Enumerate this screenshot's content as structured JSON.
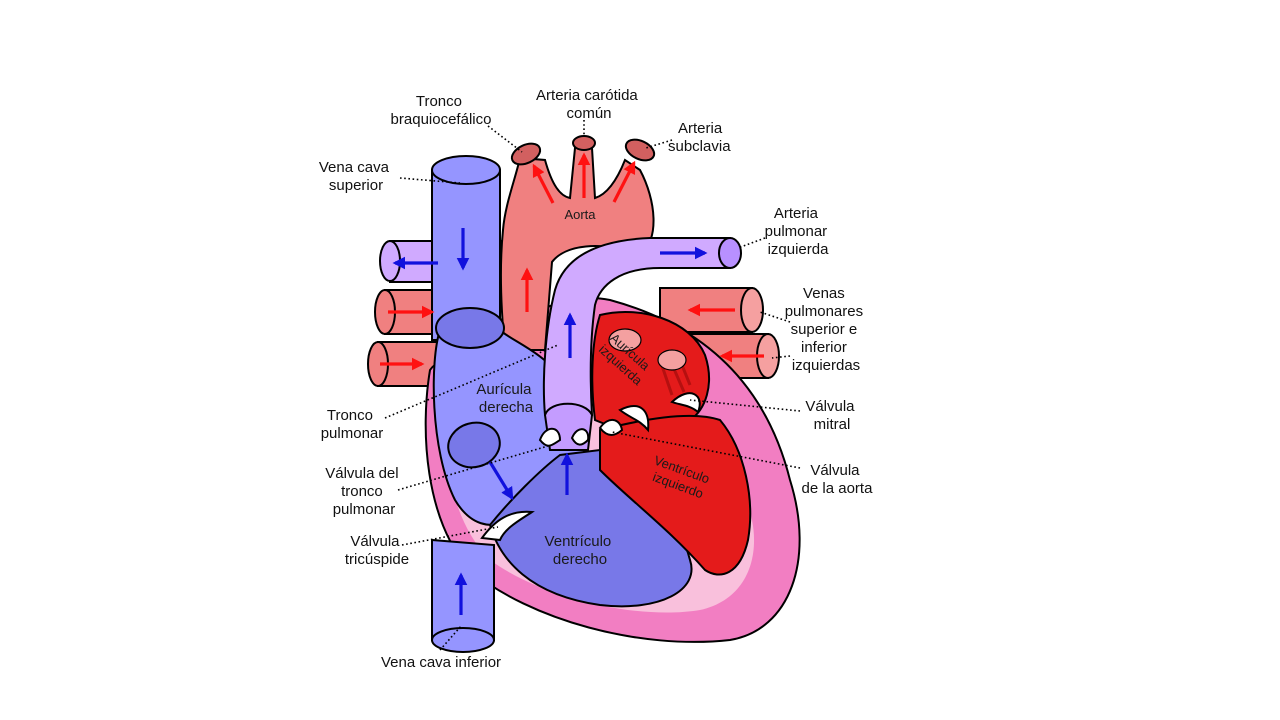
{
  "labels": {
    "tronco_braquiocefalico": [
      "Tronco",
      "braquiocefálico"
    ],
    "arteria_carotida": [
      "Arteria carótida",
      "común"
    ],
    "arteria_subclavia": [
      "Arteria",
      "subclavia"
    ],
    "vena_cava_superior": [
      "Vena cava",
      "superior"
    ],
    "aorta": "Aorta",
    "arteria_pulmonar": [
      "Arteria",
      "pulmonar",
      "izquierda"
    ],
    "venas_pulmonares": [
      "Venas",
      "pulmonares",
      "superior e",
      "inferior",
      "izquierdas"
    ],
    "auricula_izquierda": [
      "Aurícula",
      "izquierda"
    ],
    "auricula_derecha": [
      "Aurícula",
      "derecha"
    ],
    "tronco_pulmonar": [
      "Tronco",
      "pulmonar"
    ],
    "valvula_mitral": [
      "Válvula",
      "mitral"
    ],
    "valvula_aorta": [
      "Válvula",
      "de la aorta"
    ],
    "valvula_tronco_pulmonar": [
      "Válvula del",
      "tronco",
      "pulmonar"
    ],
    "ventriculo_izquierdo": [
      "Ventrículo",
      "izquierdo"
    ],
    "valvula_tricuspide": [
      "Válvula",
      "tricúspide"
    ],
    "ventriculo_derecho": [
      "Ventrículo",
      "derecho"
    ],
    "vena_cava_inferior": "Vena cava inferior"
  },
  "colors": {
    "oxygenated_vessel": "#f08080",
    "oxygenated_dark": "#e53030",
    "deoxygenated_vessel": "#9595ff",
    "deoxygenated_dark": "#7878e8",
    "pulmonary_trunk": "#d0aaff",
    "myocardium": "#f27ec2",
    "myocardium_inner": "#f9c0dc",
    "left_chambers": "#e41b1b",
    "right_ventricle": "#7878e8",
    "red_arrow": "#ff1111",
    "blue_arrow": "#1111dd",
    "valve": "#ffffff"
  }
}
